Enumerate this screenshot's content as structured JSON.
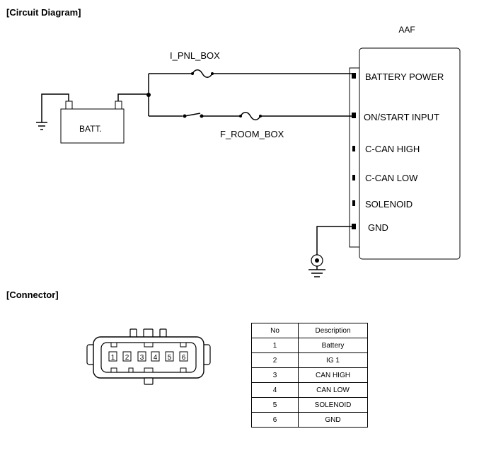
{
  "sections": {
    "circuit_title": "[Circuit Diagram]",
    "connector_title": "[Connector]"
  },
  "circuit": {
    "module_label": "AAF",
    "battery_label": "BATT.",
    "fuse_top_label": "I_PNL_BOX",
    "fuse_bottom_label": "F_ROOM_BOX",
    "pins": [
      "BATTERY POWER",
      "ON/START INPUT",
      "C-CAN HIGH",
      "C-CAN LOW",
      "SOLENOID",
      "GND"
    ]
  },
  "connector": {
    "pin_numbers": [
      "1",
      "2",
      "3",
      "4",
      "5",
      "6"
    ],
    "table": {
      "headers": [
        "No",
        "Description"
      ],
      "rows": [
        {
          "no": "1",
          "desc": "Battery"
        },
        {
          "no": "2",
          "desc": "IG 1"
        },
        {
          "no": "3",
          "desc": "CAN HIGH"
        },
        {
          "no": "4",
          "desc": "CAN LOW"
        },
        {
          "no": "5",
          "desc": "SOLENOID"
        },
        {
          "no": "6",
          "desc": "GND"
        }
      ]
    }
  }
}
